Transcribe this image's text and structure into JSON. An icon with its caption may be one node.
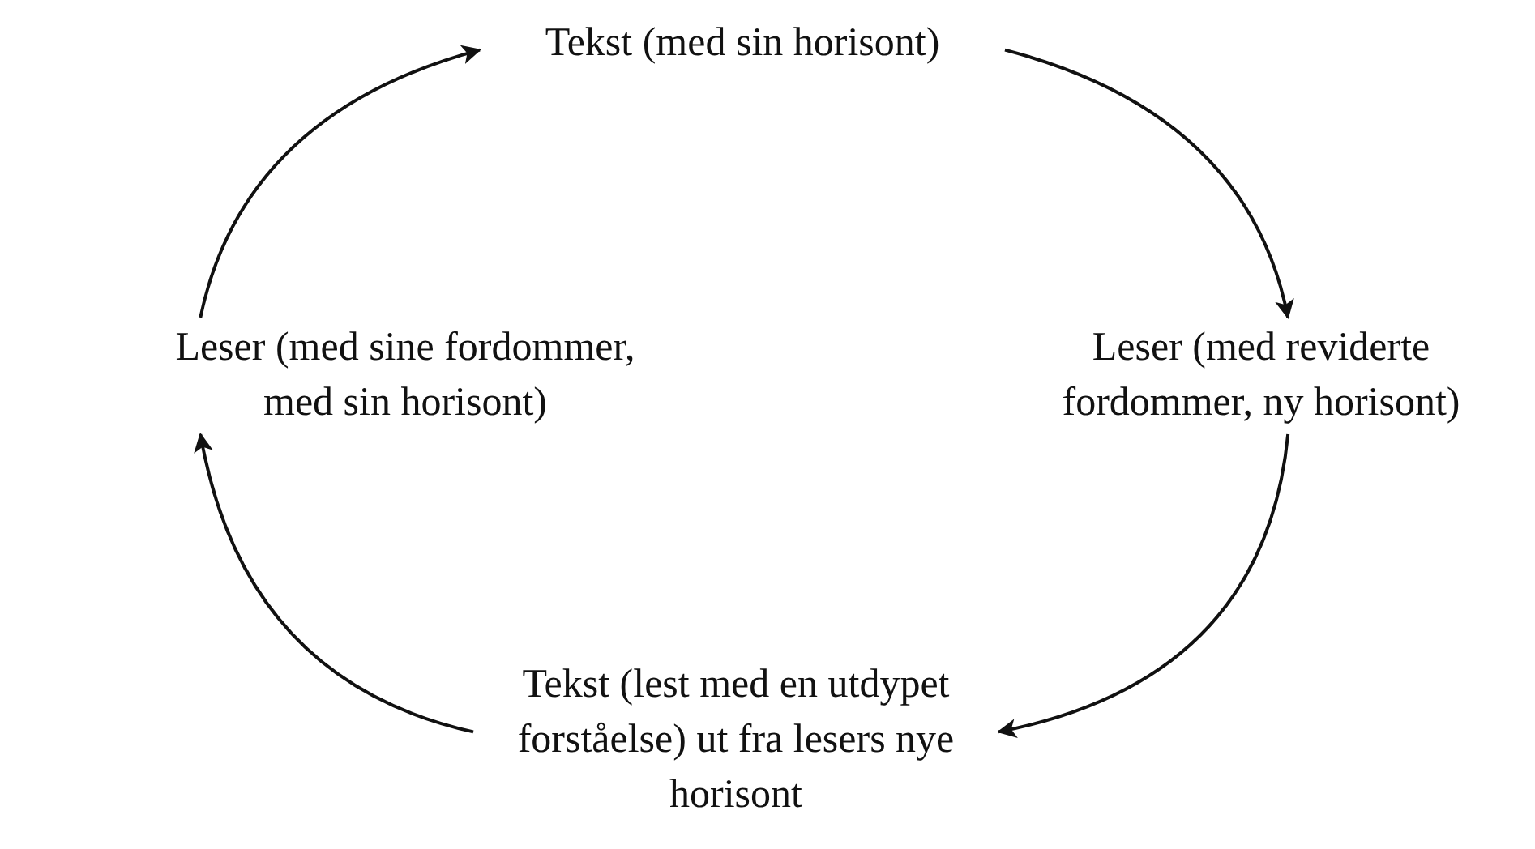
{
  "diagram": {
    "nodes": [
      {
        "text": [
          "Tekst (med sin horisont)"
        ]
      },
      {
        "text": [
          "Leser (med reviderte fordommer, ny horisont)"
        ]
      },
      {
        "text": [
          "Tekst (lest med en utdypet forståelse) ut fra lesers nye horisont"
        ]
      },
      {
        "text": [
          "Leser (med sine fordommer, med sin horisont)"
        ]
      }
    ],
    "edges": [
      {
        "from": 3,
        "to": 0,
        "arrow": "to"
      },
      {
        "from": 0,
        "to": 1,
        "arrow": "to"
      },
      {
        "from": 1,
        "to": 2,
        "arrow": "to"
      },
      {
        "from": 2,
        "to": 3,
        "arrow": "to"
      }
    ]
  }
}
